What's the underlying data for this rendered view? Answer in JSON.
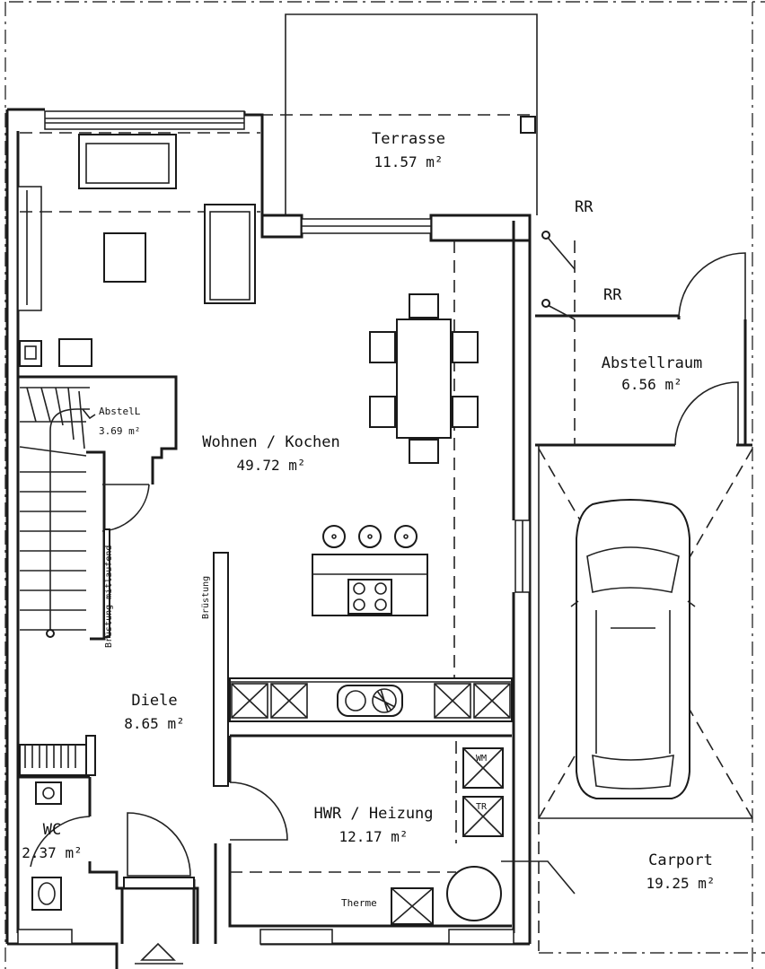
{
  "rooms": {
    "terrasse": {
      "name": "Terrasse",
      "area": "11.57 m²"
    },
    "wohnen": {
      "name": "Wohnen / Kochen",
      "area": "49.72 m²"
    },
    "abstell_small": {
      "name": "AbstelL",
      "area": "3.69 m²"
    },
    "abstellraum": {
      "name": "Abstellraum",
      "area": "6.56 m²"
    },
    "diele": {
      "name": "Diele",
      "area": "8.65 m²"
    },
    "wc": {
      "name": "WC",
      "area": "2.37 m²"
    },
    "hwr": {
      "name": "HWR / Heizung",
      "area": "12.17 m²"
    },
    "carport": {
      "name": "Carport",
      "area": "19.25 m²"
    }
  },
  "labels": {
    "rr_top": "RR",
    "rr_bottom": "RR",
    "bruestung_stair": "Brüstung mitlaufend",
    "bruestung": "Brüstung",
    "therme": "Therme",
    "wm": "WM",
    "tr": "TR"
  }
}
